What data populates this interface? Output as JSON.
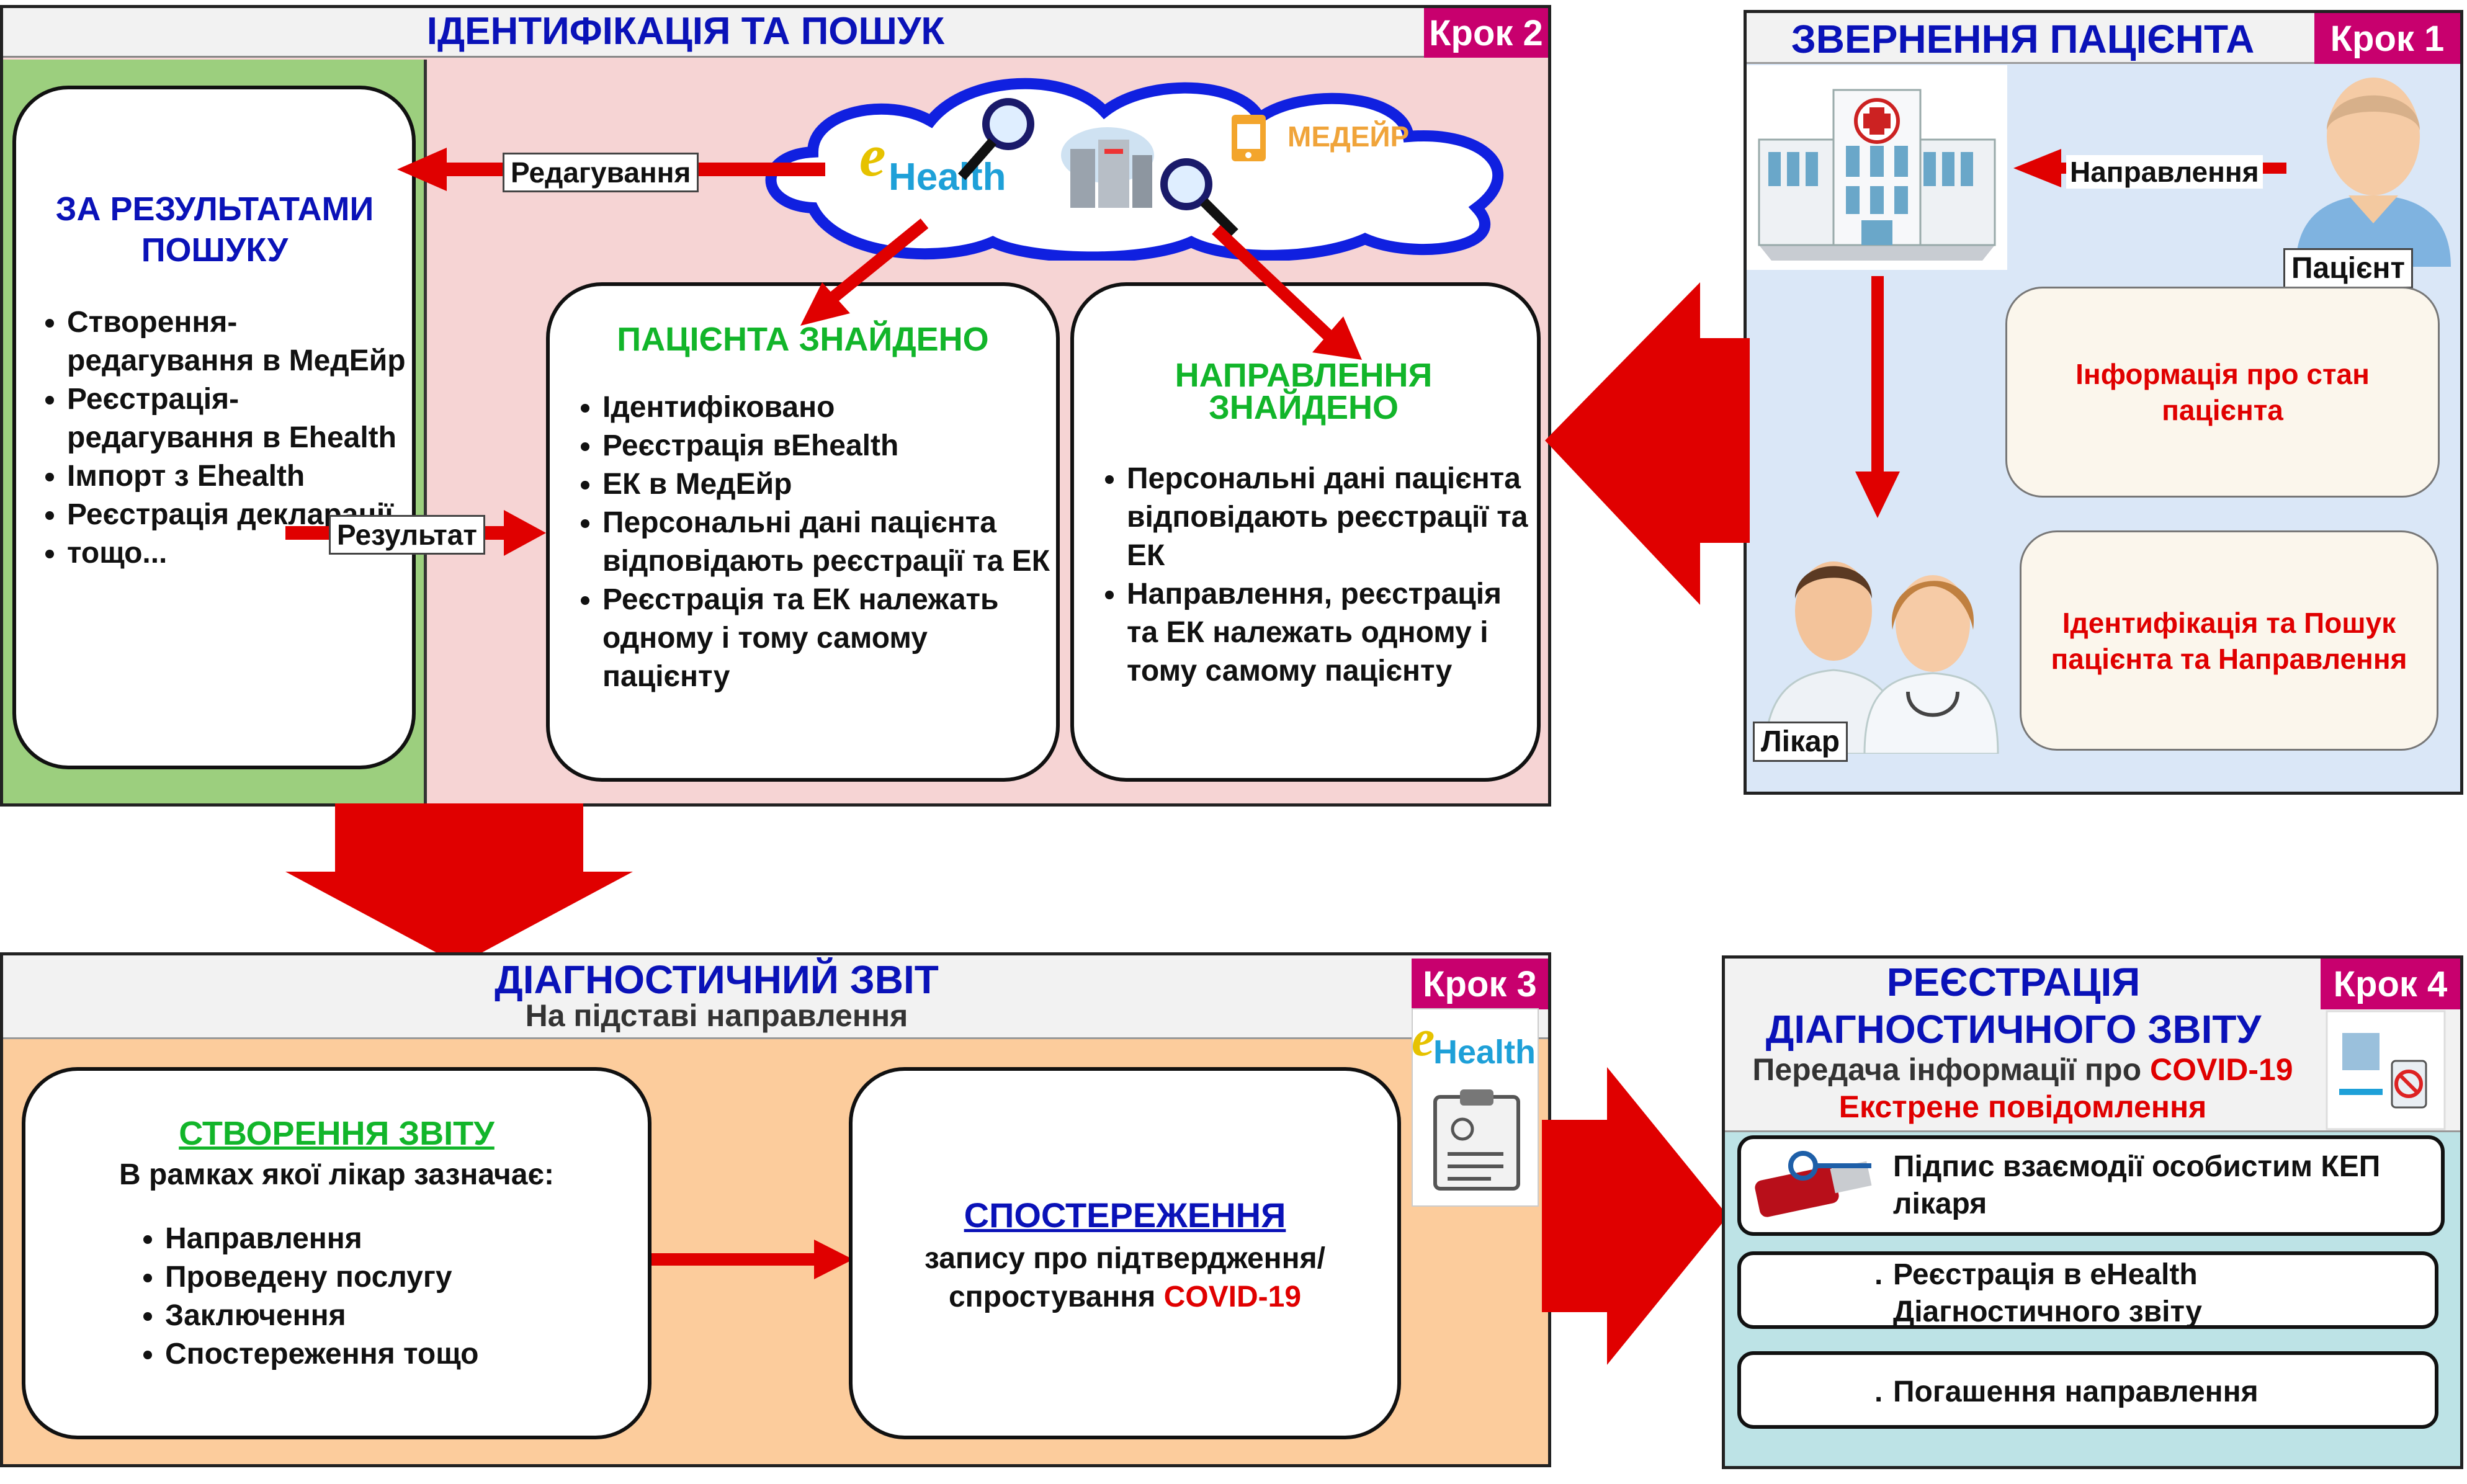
{
  "step2": {
    "step_label": "Крок 2",
    "title": "ІДЕНТИФІКАЦІЯ ТА ПОШУК",
    "search_results": {
      "title": "ЗА РЕЗУЛЬТАТАМИ ПОШУКУ",
      "items": [
        "Створення-редагування в МедЕйр",
        "Реєстрація-редагування в Ehealth",
        "Імпорт з Ehealth",
        "Реєстрація декларації",
        "тощо..."
      ]
    },
    "edit_label": "Редагування",
    "result_label": "Результат",
    "cloud": {
      "ehealth_e": "e",
      "ehealth_rest": "Health",
      "medair": "МЕДЕЙР"
    },
    "patient_found": {
      "title": "ПАЦІЄНТА ЗНАЙДЕНО",
      "items": [
        "Ідентифіковано",
        "Реєстрація вEhealth",
        "ЕК в МедЕйр",
        "Персональні дані пацієнта відповідають реєстрації та ЕК",
        "Реєстрація та ЕК належать одному і тому самому пацієнту"
      ]
    },
    "referral_found": {
      "title": "НАПРАВЛЕННЯ ЗНАЙДЕНО",
      "items": [
        "Персональні дані пацієнта відповідають реєстрації та ЕК",
        "Направлення, реєстрація та ЕК належать одному і тому самому пацієнту"
      ]
    }
  },
  "step1": {
    "step_label": "Крок 1",
    "title": "ЗВЕРНЕННЯ ПАЦІЄНТА",
    "referral_label": "Направлення",
    "patient_label": "Пацієнт",
    "doctor_label": "Лікар",
    "info_box": "Інформація про стан пацієнта",
    "ident_box": "Ідентифікація та Пошук пацієнта та Направлення"
  },
  "step3": {
    "step_label": "Крок 3",
    "title": "ДІАГНОСТИЧНИЙ ЗВІТ",
    "subtitle": "На підставі направлення",
    "create_report": {
      "title": "СТВОРЕННЯ ЗВІТУ",
      "subtitle": "В рамках якої лікар зазначає:",
      "items": [
        "Направлення",
        "Проведену послугу",
        "Заключення",
        "Спостереження тощо"
      ]
    },
    "observation": {
      "title": "СПОСТЕРЕЖЕННЯ",
      "line1": "запису про підтвердження/",
      "line2": "спростування ",
      "covid": "COVID-19"
    },
    "ehealth_e": "e",
    "ehealth_rest": "Health"
  },
  "step4": {
    "step_label": "Крок 4",
    "title": "РЕЄСТРАЦІЯ ДІАГНОСТИЧНОГО ЗВІТУ",
    "line1": "Передача інформації про ",
    "covid": "COVID-19",
    "line2": "Екстрене повідомлення",
    "box1": "Підпис взаємодії особистим КЕП лікаря",
    "box2_dot": ".",
    "box2": "Реєстрація в eHealth Діагностичного звіту",
    "box3_dot": ".",
    "box3": "Погашення направлення"
  },
  "colors": {
    "title_blue": "#0a12b8",
    "step_badge": "#c8006e",
    "arrow_red": "#e00000",
    "green_text": "#12b52a",
    "step2_pink": "#f6d4d4",
    "step2_green": "#9ccf7e",
    "step1_blue": "#dae7f7",
    "step3_orange": "#fccc9c",
    "step4_teal": "#bde3e6"
  }
}
